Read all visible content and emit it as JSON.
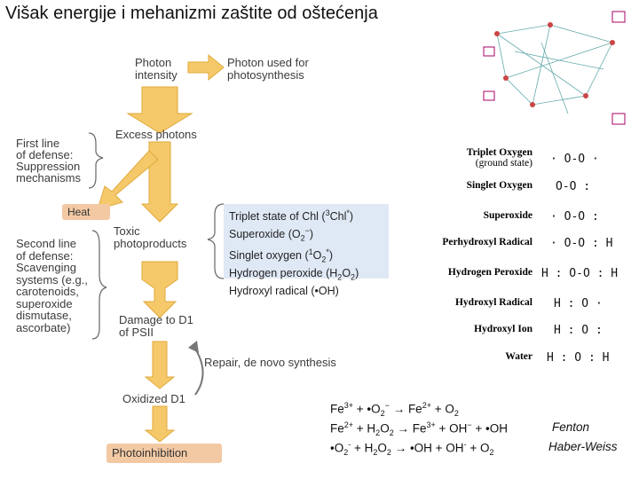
{
  "title": "Višak energije i mehanizmi zaštite od oštećenja",
  "diagram": {
    "photon_intensity": "Photon\nintensity",
    "photon_used": "Photon used for\nphotosynthesis",
    "excess_photons": "Excess photons",
    "first_line": "First line\nof defense:\nSuppression\nmechanisms",
    "heat": "Heat",
    "toxic_photoproducts": "Toxic\nphotoproducts",
    "second_line": "Second line\nof defense:\nScavenging\nsystems (e.g.,\ncarotenoids,\nsuperoxide\ndismutase,\nascorbate)",
    "damage": "Damage to D1\nof PSII",
    "repair": "Repair, de novo synthesis",
    "oxidized": "Oxidized D1",
    "photoinhibition": "Photoinhibition",
    "toxic_list": {
      "triplet_pre": "Triplet state of Chl (",
      "triplet_sup": "3",
      "triplet_post": "Chl",
      "triplet_star": "*",
      "triplet_end": ")",
      "superoxide_pre": "Superoxide (O",
      "superoxide_sub": "2",
      "superoxide_sup": "−",
      "superoxide_end": ")",
      "singlet_pre": "Singlet oxygen (",
      "singlet_sup": "1",
      "singlet_mid": "O",
      "singlet_sub": "2",
      "singlet_star": "*",
      "singlet_end": ")",
      "h2o2_pre": "Hydrogen peroxide (H",
      "h2o2_sub1": "2",
      "h2o2_mid": "O",
      "h2o2_sub2": "2",
      "h2o2_end": ")",
      "hydroxyl": "Hydroxyl radical (•OH)"
    }
  },
  "ros_table": [
    {
      "name": "Triplet Oxygen",
      "note": "(ground state)",
      "formula": "· O-O ·"
    },
    {
      "name": "Singlet Oxygen",
      "note": "",
      "formula": "O-O :"
    },
    {
      "name": "Superoxide",
      "note": "",
      "formula": "· O-O :"
    },
    {
      "name": "Perhydroxyl Radical",
      "note": "",
      "formula": "· O-O : H"
    },
    {
      "name": "Hydrogen Peroxide",
      "note": "",
      "formula": "H : O-O : H"
    },
    {
      "name": "Hydroxyl Radical",
      "note": "",
      "formula": "H : O ·"
    },
    {
      "name": "Hydroxyl Ion",
      "note": "",
      "formula": "H : O :"
    },
    {
      "name": "Water",
      "note": "",
      "formula": "H : O : H"
    }
  ],
  "equations": {
    "eq1": {
      "p1": "Fe",
      "s1": "3+",
      "p2": " + •O",
      "b1": "2",
      "s2": "−",
      "p3": " → Fe",
      "s3": "2+",
      "p4": " + O",
      "b2": "2"
    },
    "eq2": {
      "p1": "Fe",
      "s1": "2+",
      "p2": " + H",
      "b1": "2",
      "p3": "O",
      "b2": "2",
      "p4": " → Fe",
      "s3": "3+",
      "p5": " + OH",
      "s4": "−",
      "p6": " + •OH"
    },
    "eq3": {
      "p1": "•O",
      "b1": "2",
      "s1": "-",
      "p2": " + H",
      "b2": "2",
      "p3": "O",
      "b3": "2",
      "p4": " → •OH + OH",
      "s2": "-",
      "p5": " + O",
      "b4": "2"
    },
    "fenton": "Fenton",
    "haber_weiss": "Haber-Weiss"
  },
  "colors": {
    "arrow_fill": "#f5c96a",
    "arrow_stroke": "#e0a93a",
    "heat_box": "#f3c9a4",
    "list_box": "#dfe9f5",
    "photoinhibition_box": "#f3c9a4"
  }
}
